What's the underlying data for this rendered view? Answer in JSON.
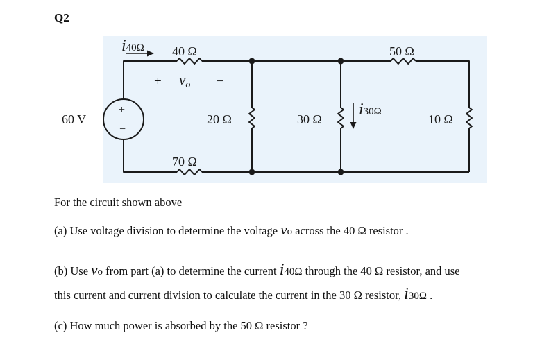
{
  "question_label": "Q2",
  "colors": {
    "panel_bg": "#eaf3fb",
    "wire": "#1a1a1a"
  },
  "circuit": {
    "i40_sym": "i",
    "i40_sub": "40Ω",
    "r40": "40 Ω",
    "vo_plus": "+",
    "vo_sym": "v",
    "vo_sub": "o",
    "vo_minus": "−",
    "r50": "50 Ω",
    "source": "60 V",
    "src_plus": "+",
    "src_minus": "−",
    "r20": "20 Ω",
    "r30": "30 Ω",
    "i30_sym": "i",
    "i30_sub": "30Ω",
    "r10": "10 Ω",
    "r70": "70 Ω"
  },
  "text": {
    "intro": "For the circuit shown above",
    "a_pre": "(a) Use voltage division to determine the voltage ",
    "a_sym": "v",
    "a_sub": "o",
    "a_post": " across the 40 Ω resistor .",
    "b1_pre": "(b) Use ",
    "b1_sym": "v",
    "b1_sub": "o",
    "b1_mid": " from part (a) to determine the current ",
    "b1_i_sym": "i",
    "b1_i_sub": "40Ω",
    "b1_post": " through the 40 Ω resistor, and use",
    "b2_pre": "this current and current division to calculate the current in the 30 Ω resistor, ",
    "b2_i_sym": "i",
    "b2_i_sub": "30Ω",
    "b2_post": " .",
    "c": "(c) How much power is absorbed by the 50 Ω resistor ?"
  }
}
